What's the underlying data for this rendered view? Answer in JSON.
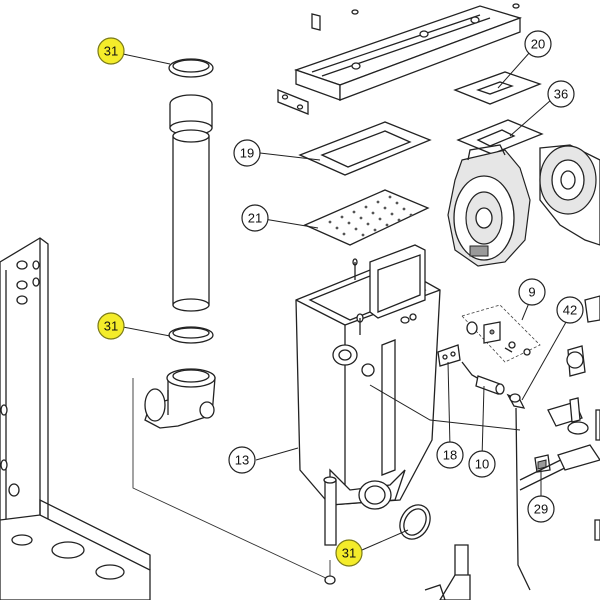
{
  "callouts": [
    {
      "label": "31",
      "highlighted": true
    },
    {
      "label": "31",
      "highlighted": true
    },
    {
      "label": "31",
      "highlighted": true
    },
    {
      "label": "20",
      "highlighted": false
    },
    {
      "label": "36",
      "highlighted": false
    },
    {
      "label": "19",
      "highlighted": false
    },
    {
      "label": "21",
      "highlighted": false
    },
    {
      "label": "9",
      "highlighted": false
    },
    {
      "label": "42",
      "highlighted": false
    },
    {
      "label": "13",
      "highlighted": false
    },
    {
      "label": "18",
      "highlighted": false
    },
    {
      "label": "10",
      "highlighted": false
    },
    {
      "label": "29",
      "highlighted": false
    }
  ],
  "colors": {
    "highlight": "#f4ec2a",
    "line": "#222222",
    "background": "#ffffff"
  }
}
